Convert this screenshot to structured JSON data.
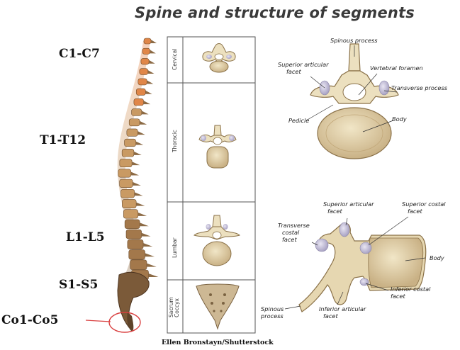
{
  "title": "Spine and structure of segments",
  "segments": {
    "cervical": "C1-C7",
    "thoracic": "T1-T12",
    "lumbar": "L1-L5",
    "sacral": "S1-S5",
    "coccygeal": "Co1-Co5"
  },
  "regions": {
    "cervical": "Cervical",
    "thoracic": "Thoracic",
    "lumbar": "Lumbar",
    "sacrum_line1": "Sacrum",
    "sacrum_line2": "Coccyx"
  },
  "vertebra_labels": {
    "spinous_process": "Spinous process",
    "superior_articular_facet_1": "Superior articular",
    "superior_articular_facet_2": "facet",
    "vertebral_foramen": "Vertebral foramen",
    "transverse_process": "Transverse process",
    "pedicle": "Pedicle",
    "body": "Body"
  },
  "thoracic_labels": {
    "superior_articular_1": "Superior articular",
    "superior_articular_2": "facet",
    "superior_costal_1": "Superior costal",
    "superior_costal_2": "facet",
    "transverse_costal_1": "Transverse",
    "transverse_costal_2": "costal",
    "transverse_costal_3": "facet",
    "body": "Body",
    "inferior_costal_1": "Inferior costal",
    "inferior_costal_2": "facet",
    "inferior_articular_1": "Inferior articular",
    "inferior_articular_2": "facet",
    "spinous_1": "Spinous",
    "spinous_2": "process"
  },
  "credit": "Ellen Bronstayn/Shutterstock",
  "colors": {
    "bone": "#e9dcb8",
    "bone_dark": "#b89a6a",
    "facet": "#c9c4dc",
    "spine_top": "#e87a3a",
    "spine_mid": "#c79459",
    "spine_low": "#8a6a45",
    "coccyx_circle": "#d94040"
  }
}
